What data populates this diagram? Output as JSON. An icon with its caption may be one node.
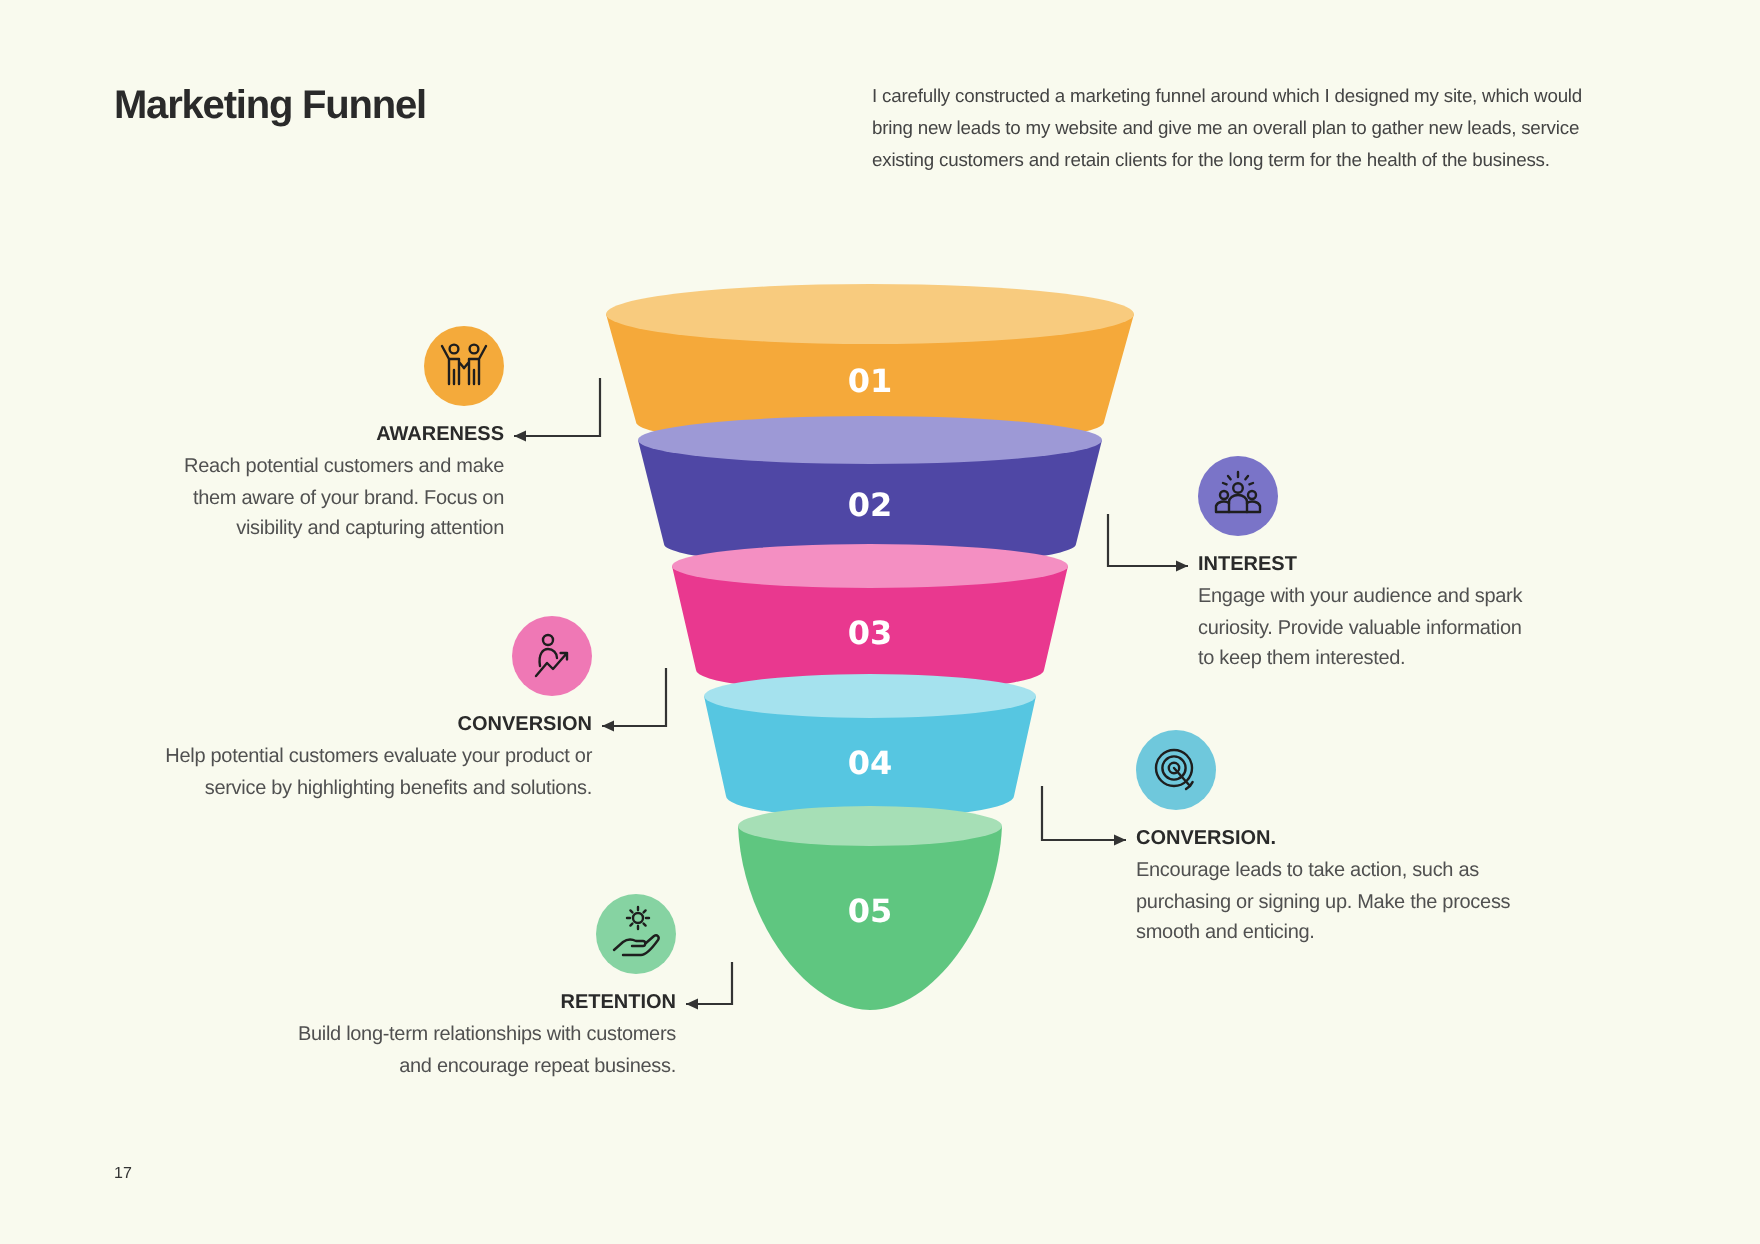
{
  "diagram": {
    "title": "Marketing Funnel",
    "nodes": [
      {
        "text": [
          "01"
        ]
      },
      {
        "text": [
          "02"
        ]
      },
      {
        "text": [
          "03"
        ]
      },
      {
        "text": [
          "04"
        ]
      },
      {
        "text": [
          "05"
        ]
      },
      {
        "text": [
          "AWARENESS",
          "Reach potential customers and make them aware of your brand. Focus on visibility and capturing attention"
        ]
      },
      {
        "text": [
          "INTEREST",
          "Engage with your audience and spark curiosity. Provide valuable information to keep them interested."
        ]
      },
      {
        "text": [
          "CONVERSION",
          "Help potential customers evaluate your product or service by highlighting benefits and solutions."
        ]
      },
      {
        "text": [
          "CONVERSION.",
          "Encourage leads to take action, such as purchasing or signing up. Make the process smooth and enticing."
        ]
      },
      {
        "text": [
          "RETENTION",
          "Build long-term relationships with customers and encourage repeat business."
        ]
      }
    ],
    "edges": [
      {
        "from": 0,
        "to": 5,
        "arrow": "to"
      },
      {
        "from": 1,
        "to": 6,
        "arrow": "to"
      },
      {
        "from": 2,
        "to": 7,
        "arrow": "to"
      },
      {
        "from": 3,
        "to": 8,
        "arrow": "to"
      },
      {
        "from": 4,
        "to": 9,
        "arrow": "to"
      }
    ],
    "labels": [
      "I carefully constructed a marketing funnel around which I designed my site, which would bring new leads to my website and give me an overall plan to gather new leads, service existing customers and retain clients for the long term for the health of the business.",
      "17"
    ]
  }
}
